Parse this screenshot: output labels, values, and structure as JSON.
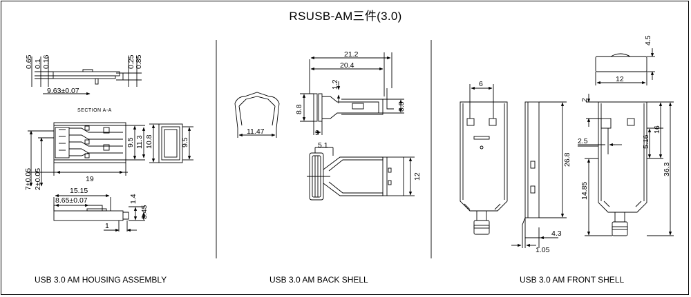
{
  "title": "RSUSB-AM三件(3.0)",
  "captions": {
    "housing": "USB 3.0 AM HOUSING ASSEMBLY",
    "back": "USB 3.0 AM BACK SHELL",
    "front": "USB 3.0 AM  FRONT SHELL"
  },
  "section_label": "SECTION A-A",
  "housing_dims": {
    "d065": "0.65",
    "d01": "0.1",
    "d016": "0.16",
    "d025": "0.25",
    "d085": "0.85",
    "d963": "9.63±0.07",
    "d95a": "9.5",
    "d113": "11.3",
    "d108": "10.8",
    "d95b": "9.5",
    "d19": "19",
    "d7": "7±0.05",
    "d2": "2±0.05",
    "d1515": "15.15",
    "d865": "8.65±0.07",
    "d14": "1.4",
    "d345": "3.45",
    "d1": "1"
  },
  "back_dims": {
    "d212": "21.2",
    "d204": "20.4",
    "d12": "1.2",
    "d88": "8.8",
    "d38": "3.8",
    "d3": "3",
    "d1147": "11.47",
    "d51": "5.1",
    "d12b": "12"
  },
  "front_dims": {
    "d6": "6",
    "d268": "26.8",
    "d43": "4.3",
    "d105": "1.05",
    "d45": "4.5",
    "d12": "12",
    "d2": "2",
    "d516": "5.16",
    "d16": "16",
    "d25": "2.5",
    "d1485": "14.85",
    "d363": "36.3"
  }
}
